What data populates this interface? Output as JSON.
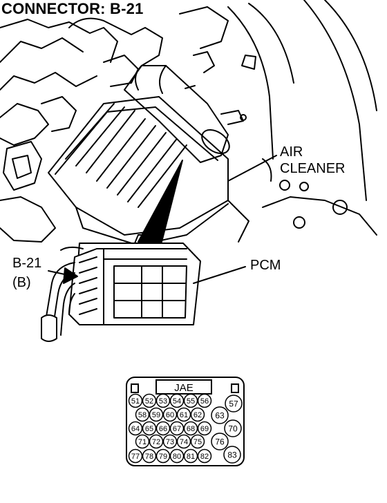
{
  "title": "CONNECTOR: B-21",
  "labels": {
    "air_cleaner_line1": "AIR",
    "air_cleaner_line2": "CLEANER",
    "pcm": "PCM",
    "connector_id": "B-21",
    "connector_color": "(B)"
  },
  "connector": {
    "header": "JAE",
    "rows": [
      [
        "51",
        "52",
        "53",
        "54",
        "55",
        "56"
      ],
      [
        "58",
        "59",
        "60",
        "61",
        "62"
      ],
      [
        "64",
        "65",
        "66",
        "67",
        "68",
        "69"
      ],
      [
        "71",
        "72",
        "73",
        "74",
        "75"
      ],
      [
        "77",
        "78",
        "79",
        "80",
        "81",
        "82"
      ]
    ],
    "large_pins": [
      "57",
      "63",
      "70",
      "76",
      "83"
    ]
  }
}
